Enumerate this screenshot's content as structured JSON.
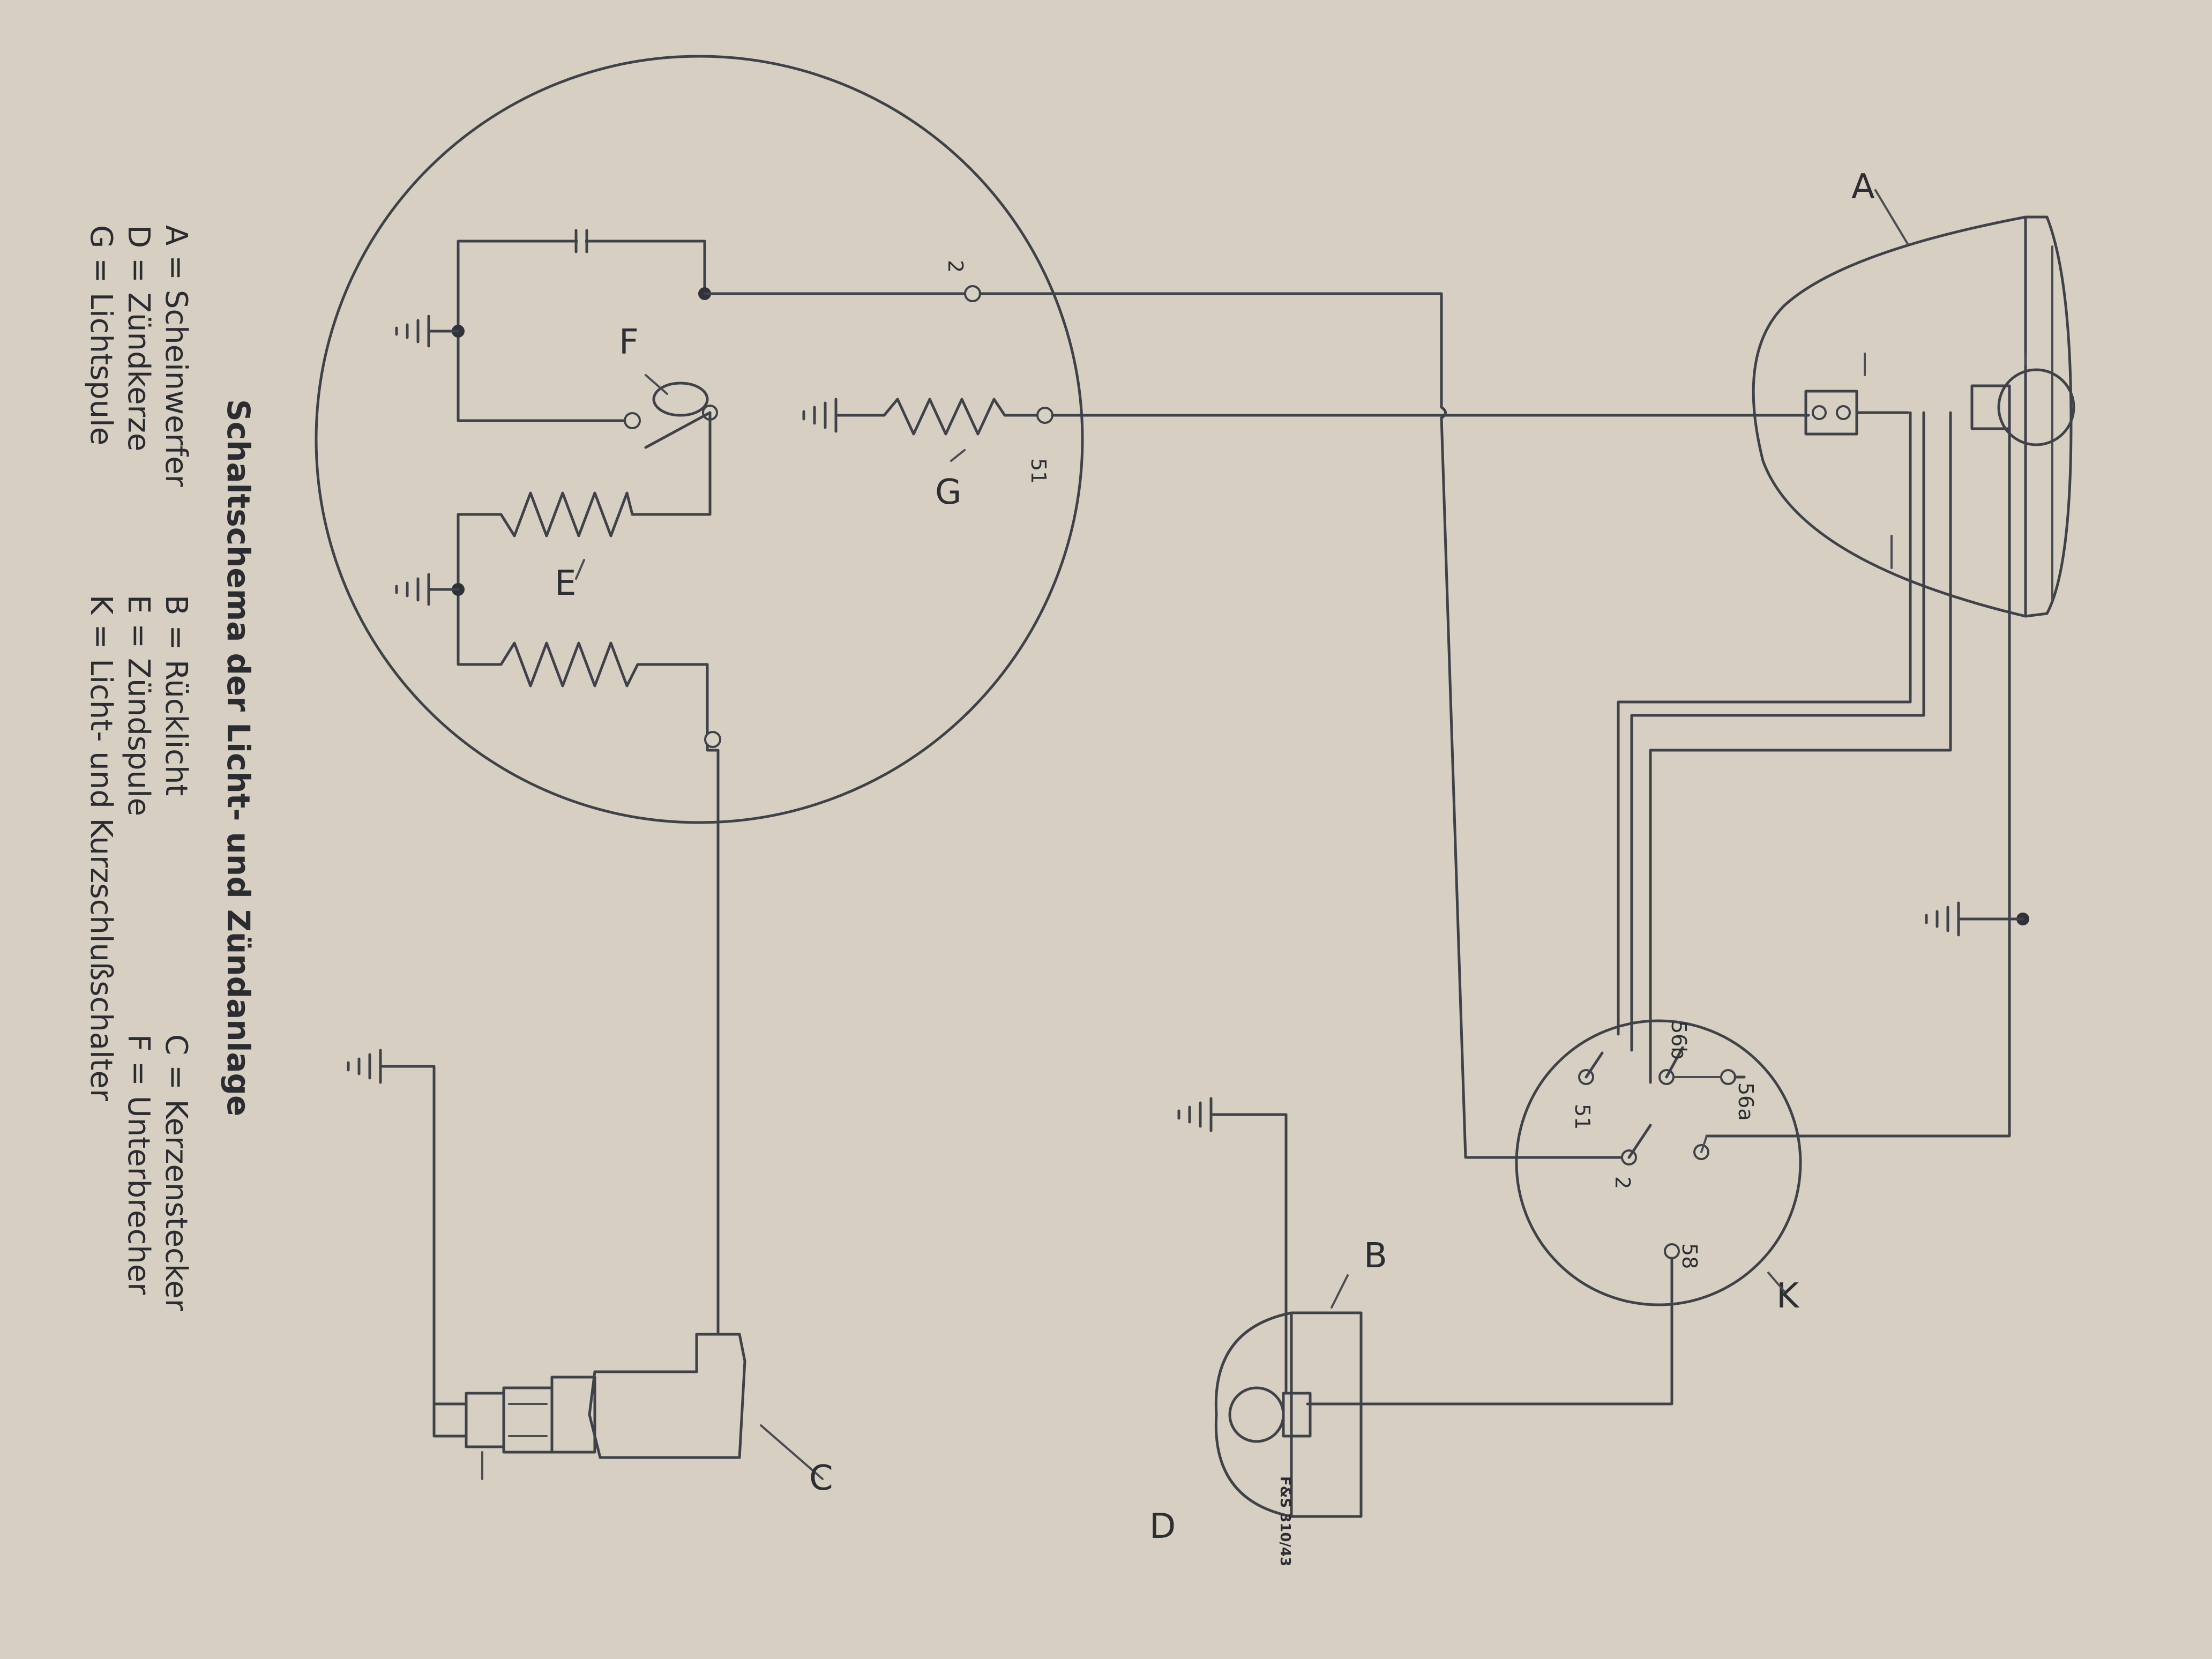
{
  "diagram": {
    "title": "Schaltschema der Licht- und Zündanlage",
    "figure_code": "F&S 310/43",
    "component_labels": {
      "A": "A",
      "B": "B",
      "C": "C",
      "D": "D",
      "E": "E",
      "F": "F",
      "G": "G",
      "K": "K"
    },
    "terminals": {
      "magneto_2": "2",
      "magneto_51": "51",
      "switch_51": "51",
      "switch_56b": "56b",
      "switch_56a": "56a",
      "switch_2": "2",
      "switch_58": "58"
    },
    "legend": {
      "col1": [
        "A = Scheinwerfer",
        "D = Zündkerze",
        "G = Lichtspule"
      ],
      "col2": [
        "B = Rücklicht",
        "E = Zündspule",
        "K = Licht- und Kurzschlußschalter"
      ],
      "col3": [
        "C = Kerzenstecker",
        "F = Unterbrecher"
      ]
    }
  }
}
